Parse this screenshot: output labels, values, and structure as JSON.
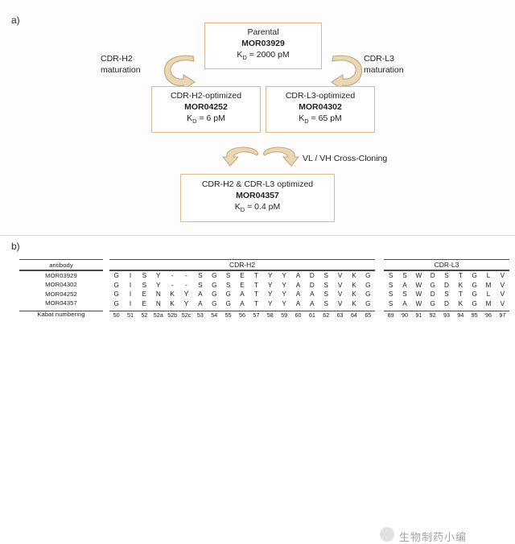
{
  "panels": {
    "a_label": "a)",
    "b_label": "b)"
  },
  "colors": {
    "box_border": "#dcb894",
    "arrow_fill": "#e8d8b8",
    "arrow_stroke": "#c9a877",
    "text": "#231f20",
    "rule": "#4a4a4a"
  },
  "flow": {
    "parental": {
      "line1": "Parental",
      "line2": "MOR03929",
      "kd_prefix": "K",
      "kd_sub": "D",
      "kd_value": " = 2000 pM"
    },
    "h2_optimized": {
      "line1": "CDR-H2-optimized",
      "line2": "MOR04252",
      "kd_prefix": "K",
      "kd_sub": "D",
      "kd_value": " = 6 pM"
    },
    "l3_optimized": {
      "line1": "CDR-L3-optimized",
      "line2": "MOR04302",
      "kd_prefix": "K",
      "kd_sub": "D",
      "kd_value": " = 65 pM"
    },
    "both_optimized": {
      "line1": "CDR-H2 & CDR-L3 optimized",
      "line2": "MOR04357",
      "kd_prefix": "K",
      "kd_sub": "D",
      "kd_value": " = 0.4 pM"
    },
    "left_arrow_label": "CDR-H2\nmaturation",
    "left_arrow_label_l1": "CDR-H2",
    "left_arrow_label_l2": "maturation",
    "right_arrow_label_l1": "CDR-L3",
    "right_arrow_label_l2": "maturation",
    "cross_cloning_label": "VL / VH Cross-Cloning"
  },
  "sequence_table": {
    "antibody_header": "antibody",
    "kabat_label": "Kabat numbering",
    "blocks": [
      {
        "name": "CDR-H2"
      },
      {
        "name": "CDR-L3"
      }
    ],
    "antibodies": [
      "MOR03929",
      "MOR04302",
      "MOR04252",
      "MOR04357"
    ],
    "cdr_h2": {
      "numbering": [
        "50",
        "51",
        "52",
        "52a",
        "52b",
        "52c",
        "53",
        "54",
        "55",
        "56",
        "57",
        "58",
        "59",
        "60",
        "61",
        "62",
        "63",
        "64",
        "65"
      ],
      "rows": [
        [
          "G",
          "I",
          "S",
          "Y",
          "-",
          "-",
          "S",
          "G",
          "S",
          "E",
          "T",
          "Y",
          "Y",
          "A",
          "D",
          "S",
          "V",
          "K",
          "G"
        ],
        [
          "G",
          "I",
          "S",
          "Y",
          "-",
          "-",
          "S",
          "G",
          "S",
          "E",
          "T",
          "Y",
          "Y",
          "A",
          "D",
          "S",
          "V",
          "K",
          "G"
        ],
        [
          "G",
          "I",
          "E",
          "N",
          "K",
          "Y",
          "A",
          "G",
          "G",
          "A",
          "T",
          "Y",
          "Y",
          "A",
          "A",
          "S",
          "V",
          "K",
          "G"
        ],
        [
          "G",
          "I",
          "E",
          "N",
          "K",
          "Y",
          "A",
          "G",
          "G",
          "A",
          "T",
          "Y",
          "Y",
          "A",
          "A",
          "S",
          "V",
          "K",
          "G"
        ]
      ]
    },
    "cdr_l3": {
      "numbering": [
        "89",
        "90",
        "91",
        "92",
        "93",
        "94",
        "95",
        "96",
        "97"
      ],
      "rows": [
        [
          "S",
          "S",
          "W",
          "D",
          "S",
          "T",
          "G",
          "L",
          "V"
        ],
        [
          "S",
          "A",
          "W",
          "G",
          "D",
          "K",
          "G",
          "M",
          "V"
        ],
        [
          "S",
          "S",
          "W",
          "D",
          "S",
          "T",
          "G",
          "L",
          "V"
        ],
        [
          "S",
          "A",
          "W",
          "G",
          "D",
          "K",
          "G",
          "M",
          "V"
        ]
      ]
    }
  }
}
